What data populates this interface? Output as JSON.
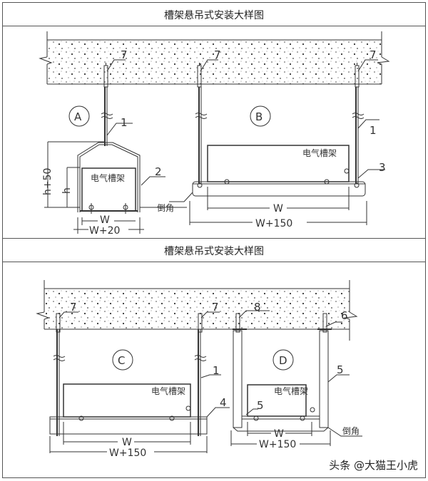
{
  "panels": [
    {
      "title": "槽架悬吊式安装大样图"
    },
    {
      "title": "槽架悬吊式安装大样图"
    }
  ],
  "details": {
    "A": {
      "circle": "A",
      "tray_label": "电气槽架",
      "callouts": [
        "7",
        "1",
        "2"
      ],
      "dims": {
        "height_outer": "h+50",
        "height_inner": "h",
        "width_inner": "W",
        "width_outer": "W+20"
      },
      "note": "倒角"
    },
    "B": {
      "circle": "B",
      "tray_label": "电气槽架",
      "callouts": [
        "7",
        "7",
        "1",
        "3"
      ],
      "dims": {
        "width_inner": "W",
        "width_outer": "W+150"
      }
    },
    "C": {
      "circle": "C",
      "tray_label": "电气槽架",
      "callouts": [
        "7",
        "7",
        "1",
        "4"
      ],
      "dims": {
        "width_inner": "W",
        "width_outer": "W+150"
      }
    },
    "D": {
      "circle": "D",
      "tray_label": "电气槽架",
      "callouts": [
        "8",
        "6",
        "5",
        "5"
      ],
      "dims": {
        "width_inner": "W",
        "width_outer": "W+150"
      },
      "note": "倒角"
    }
  },
  "watermark": "头条 @大猫王小虎"
}
